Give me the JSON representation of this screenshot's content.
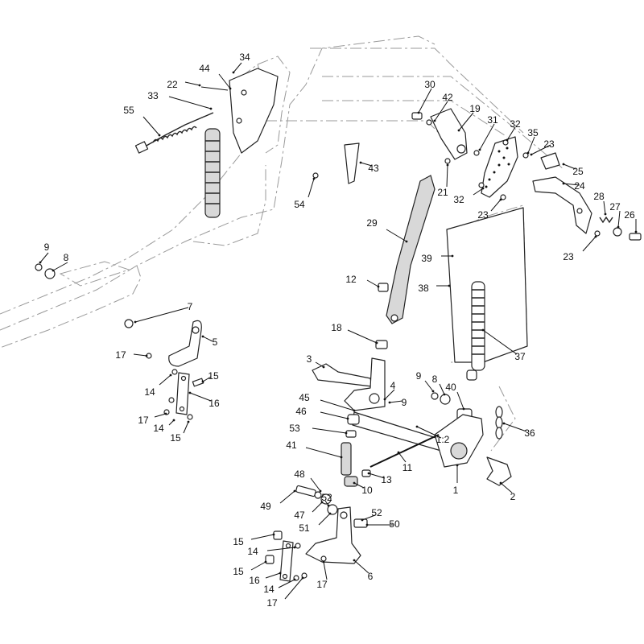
{
  "diagram": {
    "callouts": [
      {
        "id": "c34",
        "label": "34"
      },
      {
        "id": "c44",
        "label": "44"
      },
      {
        "id": "c22",
        "label": "22"
      },
      {
        "id": "c33",
        "label": "33"
      },
      {
        "id": "c55",
        "label": "55"
      },
      {
        "id": "c54",
        "label": "54"
      },
      {
        "id": "c43",
        "label": "43"
      },
      {
        "id": "c9a",
        "label": "9"
      },
      {
        "id": "c8a",
        "label": "8"
      },
      {
        "id": "c7",
        "label": "7"
      },
      {
        "id": "c5",
        "label": "5"
      },
      {
        "id": "c17a",
        "label": "17"
      },
      {
        "id": "c14a",
        "label": "14"
      },
      {
        "id": "c15a",
        "label": "15"
      },
      {
        "id": "c16a",
        "label": "16"
      },
      {
        "id": "c17b",
        "label": "17"
      },
      {
        "id": "c14b",
        "label": "14"
      },
      {
        "id": "c15b",
        "label": "15"
      },
      {
        "id": "c30",
        "label": "30"
      },
      {
        "id": "c42",
        "label": "42"
      },
      {
        "id": "c19",
        "label": "19"
      },
      {
        "id": "c31",
        "label": "31"
      },
      {
        "id": "c32a",
        "label": "32"
      },
      {
        "id": "c35",
        "label": "35"
      },
      {
        "id": "c23a",
        "label": "23"
      },
      {
        "id": "c25",
        "label": "25"
      },
      {
        "id": "c24",
        "label": "24"
      },
      {
        "id": "c21",
        "label": "21"
      },
      {
        "id": "c32b",
        "label": "32"
      },
      {
        "id": "c23b",
        "label": "23"
      },
      {
        "id": "c28",
        "label": "28"
      },
      {
        "id": "c27",
        "label": "27"
      },
      {
        "id": "c26",
        "label": "26"
      },
      {
        "id": "c23c",
        "label": "23"
      },
      {
        "id": "c29",
        "label": "29"
      },
      {
        "id": "c39",
        "label": "39"
      },
      {
        "id": "c38",
        "label": "38"
      },
      {
        "id": "c12",
        "label": "12"
      },
      {
        "id": "c37",
        "label": "37"
      },
      {
        "id": "c18",
        "label": "18"
      },
      {
        "id": "c3",
        "label": "3"
      },
      {
        "id": "c4",
        "label": "4"
      },
      {
        "id": "c9b",
        "label": "9"
      },
      {
        "id": "c8b",
        "label": "8"
      },
      {
        "id": "c40",
        "label": "40"
      },
      {
        "id": "c45",
        "label": "45"
      },
      {
        "id": "c9c",
        "label": "9"
      },
      {
        "id": "c46",
        "label": "46"
      },
      {
        "id": "c53",
        "label": "53"
      },
      {
        "id": "c12ratio",
        "label": "1:2"
      },
      {
        "id": "c36",
        "label": "36"
      },
      {
        "id": "c41",
        "label": "41"
      },
      {
        "id": "c11",
        "label": "11"
      },
      {
        "id": "c1",
        "label": "1"
      },
      {
        "id": "c48",
        "label": "48"
      },
      {
        "id": "c13",
        "label": "13"
      },
      {
        "id": "c10",
        "label": "10"
      },
      {
        "id": "c2",
        "label": "2"
      },
      {
        "id": "c49",
        "label": "49"
      },
      {
        "id": "c47",
        "label": "47"
      },
      {
        "id": "c52a",
        "label": "52"
      },
      {
        "id": "c52b",
        "label": "52"
      },
      {
        "id": "c50",
        "label": "50"
      },
      {
        "id": "c51",
        "label": "51"
      },
      {
        "id": "c15c",
        "label": "15"
      },
      {
        "id": "c14c",
        "label": "14"
      },
      {
        "id": "c15d",
        "label": "15"
      },
      {
        "id": "c16b",
        "label": "16"
      },
      {
        "id": "c14d",
        "label": "14"
      },
      {
        "id": "c17c",
        "label": "17"
      },
      {
        "id": "c17d",
        "label": "17"
      },
      {
        "id": "c6",
        "label": "6"
      }
    ]
  }
}
